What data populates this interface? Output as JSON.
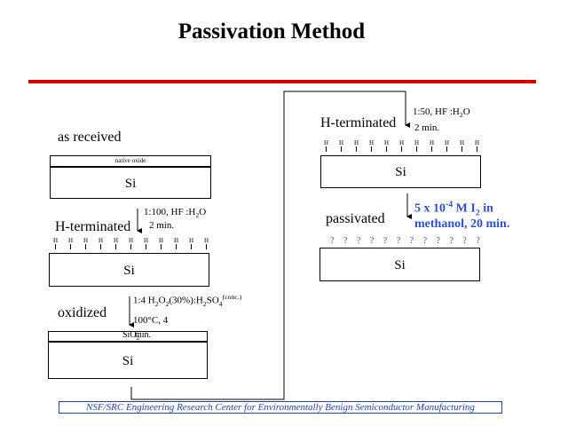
{
  "title": "Passivation Method",
  "left": {
    "as_received": "as received",
    "native_oxide": "native oxide",
    "si1": "Si",
    "step1_ratio": "1:100, HF :H",
    "step1_sub": "2",
    "step1_end": "O",
    "step1_time": "2 min.",
    "h_terminated": "H-terminated",
    "h_mark": "H",
    "si2": "Si",
    "step2_a": "1:4  H",
    "step2_sub1": "2",
    "step2_b": "O",
    "step2_sub2": "2",
    "step2_c": "(30%):H",
    "step2_sub3": "2",
    "step2_d": "SO",
    "step2_sub4": "4",
    "step2_e": "(conc.)",
    "step2_temp": "100°C, 4",
    "step2_min": "min.",
    "oxidized": "oxidized",
    "sio2": "SiO",
    "sio2_sub": "2",
    "si3": "Si"
  },
  "right": {
    "step3_ratio": "1:50, HF :H",
    "step3_sub": "2",
    "step3_end": "O",
    "step3_time": "2 min.",
    "h_terminated": "H-terminated",
    "h_mark": "H",
    "si4": "Si",
    "iodine_a": "5 x 10",
    "iodine_exp": "-4",
    "iodine_b": " M I",
    "iodine_sub": "2",
    "iodine_c": "  in",
    "iodine_line2": "methanol, 20 min.",
    "passivated": "passivated",
    "q_marks": "? ? ? ? ? ? ? ? ? ? ? ?",
    "si5": "Si"
  },
  "footer": "NSF/SRC Engineering Research Center for Environmentally Benign Semiconductor Manufacturing",
  "colors": {
    "accent_red": "#d40000",
    "blue": "#2f50c8",
    "footer_blue": "#2a3fa0"
  }
}
